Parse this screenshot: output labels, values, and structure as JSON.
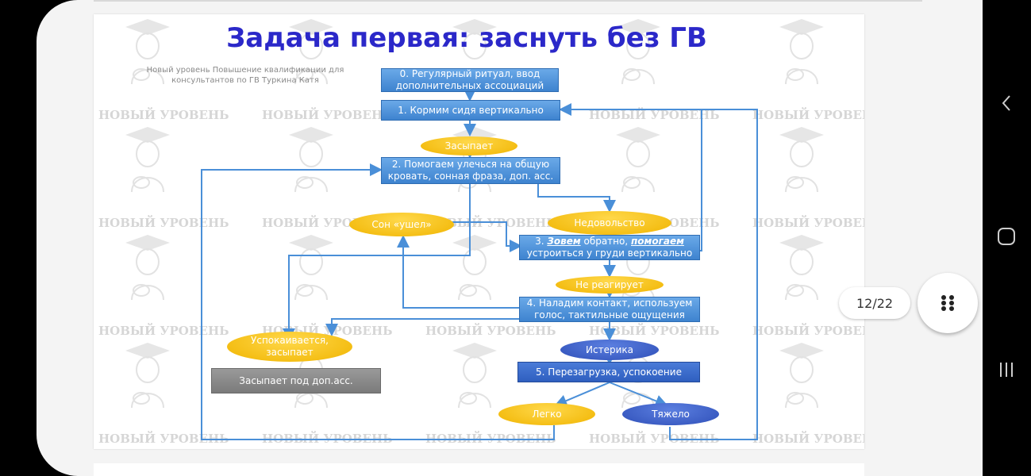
{
  "slide": {
    "title": "Задача первая: заснуть без ГВ",
    "subtitle": "Новый уровень Повышение квалификации для консультантов по ГВ        Туркина Катя",
    "watermark_text": "НОВЫЙ УРОВЕНЬ",
    "steps": {
      "s0": "0. Регулярный ритуал, ввод дополнительных ассоциаций",
      "s1": "1. Кормим сидя вертикально",
      "s2": "2. Помогаем улечься на общую кровать, сонная фраза, доп. асс.",
      "s3_prefix": "3. ",
      "s3_em1": "Зовем",
      "s3_mid": " обратно, ",
      "s3_em2": "помогаем",
      "s3_rest": "устроиться у груди вертикально",
      "s4": "4. Наладим контакт, используем голос, тактильные ощущения",
      "s5": "5. Перезагрузка, успокоение",
      "grey": "Засыпает под доп.асс."
    },
    "ovals": {
      "falls_asleep": "Засыпает",
      "sleep_gone": "Сон «ушел»",
      "displeasure": "Недовольство",
      "no_reaction": "Не реагирует",
      "calms": "Успокаивается, засыпает",
      "hysteria": "Истерика",
      "easy": "Легко",
      "hard": "Тяжело"
    }
  },
  "viewer": {
    "page_counter": "12/22",
    "grid_icon": "grid-dots-icon"
  },
  "nav": {
    "back": "chevron-left-icon",
    "home": "home-square-icon",
    "recents": "recents-icon"
  },
  "colors": {
    "title": "#2b28c9",
    "box": "#3e83cf",
    "arrow": "#4a8fd8",
    "oval_yellow": "#f0b400",
    "oval_blue": "#2f4fb8"
  }
}
